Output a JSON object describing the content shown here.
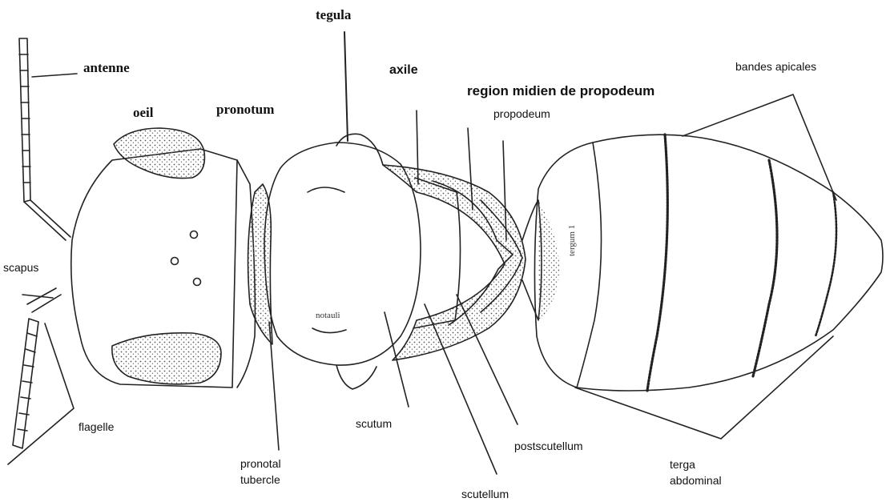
{
  "labels": {
    "tegula": "tegula",
    "antenne": "antenne",
    "axile": "axile",
    "region_midien": "region midien de propodeum",
    "bandes_apicales": "bandes apicales",
    "oeil": "oeil",
    "pronotum": "pronotum",
    "propodeum": "propodeum",
    "scapus": "scapus",
    "flagelle": "flagelle",
    "scutum": "scutum",
    "pronotal_tubercle_1": "pronotal",
    "pronotal_tubercle_2": "tubercle",
    "postscutellum": "postscutellum",
    "terga_1": "terga",
    "terga_2": "abdominal",
    "scutellum": "scutellum",
    "notauli": "notauli",
    "tergum": "tergum 1"
  },
  "colors": {
    "ink": "#222222",
    "stipple": "#555555",
    "background": "#ffffff"
  }
}
